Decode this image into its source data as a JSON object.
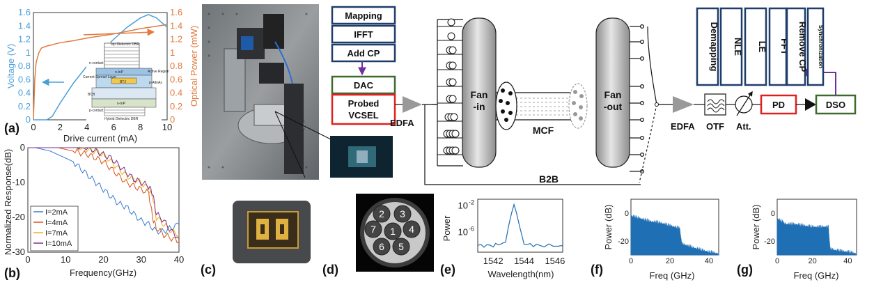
{
  "panel_labels": {
    "a": "(a)",
    "b": "(b)",
    "c": "(c)",
    "d": "(d)",
    "e": "(e)",
    "f": "(f)",
    "g": "(g)"
  },
  "colors": {
    "voltage": "#4a9fd6",
    "power": "#e07a3e",
    "green_box": "#3d6b2e",
    "red_box": "#e02020",
    "blue_box": "#1f3d6b",
    "purple": "#7030a0",
    "bar_blue": "#1f6fb5"
  },
  "chart_data": [
    {
      "id": "a",
      "type": "line",
      "xlabel": "Drive current (mA)",
      "ylabel": "Voltage (V)",
      "ylabel_right": "Optical Power (mW)",
      "xlim": [
        0,
        10
      ],
      "ylim": [
        0,
        1.6
      ],
      "ylim_right": [
        0,
        1.6
      ],
      "xticks": [
        "0",
        "2",
        "4",
        "6",
        "8",
        "10"
      ],
      "yticks": [
        "0",
        "0.2",
        "0.4",
        "0.6",
        "0.8",
        "1",
        "1.2",
        "1.4",
        "1.6"
      ],
      "yticks_right": [
        "0",
        "0.2",
        "0.4",
        "0.6",
        "0.8",
        "1",
        "1.2",
        "1.4",
        "1.6"
      ],
      "series": [
        {
          "x": [
            0,
            0.1,
            0.2,
            0.4,
            0.6,
            1,
            2,
            3,
            4,
            5,
            6,
            7,
            8,
            9,
            10
          ],
          "y": [
            0,
            0.6,
            0.85,
            1.0,
            1.07,
            1.1,
            1.15,
            1.18,
            1.22,
            1.25,
            1.28,
            1.32,
            1.36,
            1.39,
            1.42
          ]
        },
        {
          "x": [
            0,
            1,
            1.4,
            2,
            3,
            4,
            5,
            6,
            7,
            8,
            8.6,
            9.2,
            10
          ],
          "y": [
            0,
            0,
            0.05,
            0.25,
            0.55,
            0.8,
            1.02,
            1.2,
            1.38,
            1.52,
            1.57,
            1.52,
            1.38
          ]
        }
      ],
      "inset_labels": {
        "top_dbr": "Top Dielectric DBR",
        "n_contact": "n-contact",
        "n_inp": "n-InP",
        "current_spread": "Current Spread Layer",
        "active": "Active Region",
        "algainas": "p-AlInAs",
        "bcb": "BCB",
        "btj": "BTJ",
        "p_inp": "n-InP",
        "p_contact": "p-contact",
        "hybrid": "Hybrid Dielectric DBR"
      }
    },
    {
      "id": "b",
      "type": "line",
      "xlabel": "Frequency(GHz)",
      "ylabel": "Normalized Response(dB)",
      "xlim": [
        0,
        40
      ],
      "ylim": [
        -30,
        0
      ],
      "xticks": [
        "0",
        "10",
        "20",
        "30",
        "40"
      ],
      "yticks": [
        "0",
        "-10",
        "-20",
        "-30"
      ],
      "series": [
        {
          "name": "I=2mA",
          "color": "#3a7bd5",
          "x": [
            0,
            2,
            4,
            6,
            8,
            10,
            12,
            14,
            16,
            18,
            20,
            22,
            24,
            26,
            28,
            30,
            32,
            34,
            36,
            38,
            40
          ],
          "y": [
            0,
            0,
            -0.5,
            -1,
            -2,
            -3,
            -4,
            -6,
            -8,
            -10,
            -12,
            -14,
            -16,
            -17,
            -19,
            -21,
            -22,
            -24,
            -24,
            -23,
            -22
          ]
        },
        {
          "name": "I=4mA",
          "color": "#d95319",
          "x": [
            0,
            2,
            4,
            6,
            8,
            10,
            12,
            14,
            16,
            18,
            20,
            22,
            24,
            26,
            28,
            30,
            32,
            33,
            34,
            36,
            38,
            40
          ],
          "y": [
            0,
            0,
            0,
            0,
            0,
            -0.5,
            -1,
            -1.5,
            -2,
            -3,
            -4,
            -6,
            -8,
            -10,
            -11,
            -12,
            -13,
            -20,
            -23,
            -25,
            -26,
            -27
          ]
        },
        {
          "name": "I=7mA",
          "color": "#edb120",
          "x": [
            0,
            2,
            4,
            6,
            8,
            10,
            12,
            14,
            16,
            18,
            20,
            22,
            24,
            26,
            28,
            30,
            32,
            33,
            34,
            36,
            38,
            40
          ],
          "y": [
            0,
            0,
            0,
            0,
            0,
            0,
            0,
            0,
            -0.5,
            -1,
            -2,
            -4,
            -6,
            -8,
            -9,
            -10,
            -12,
            -14,
            -20,
            -22,
            -24,
            -25
          ]
        },
        {
          "name": "I=10mA",
          "color": "#7e2f8e",
          "x": [
            0,
            2,
            4,
            6,
            8,
            10,
            12,
            14,
            16,
            18,
            20,
            22,
            24,
            26,
            28,
            30,
            32,
            33,
            34,
            36,
            38,
            40
          ],
          "y": [
            0,
            0,
            0,
            0,
            0.5,
            0.5,
            0.5,
            0.5,
            0,
            -1,
            -2,
            -3,
            -5,
            -7,
            -9,
            -10,
            -11,
            -13,
            -19,
            -21,
            -24,
            -26
          ]
        }
      ]
    },
    {
      "id": "e",
      "type": "line",
      "xlabel": "Wavelength(nm)",
      "ylabel": "Power",
      "xlim": [
        1541,
        1546.5
      ],
      "xticks": [
        "1542",
        "1544",
        "1546"
      ],
      "yticks": [
        "10",
        "10"
      ],
      "ytick_exps": [
        "-2",
        "-6"
      ],
      "series": [
        {
          "x": [
            1541,
            1542,
            1542.8,
            1543,
            1543.2,
            1543.35,
            1543.5,
            1543.7,
            1544.0,
            1545,
            1546.5
          ],
          "y": [
            -8,
            -8,
            -7.5,
            -5,
            -3,
            -1.8,
            -3,
            -5,
            -7.8,
            -8,
            -8
          ]
        }
      ]
    },
    {
      "id": "f",
      "type": "bar",
      "xlabel": "Freq (GHz)",
      "ylabel": "Power (dB)",
      "xlim": [
        0,
        45
      ],
      "ylim": [
        -30,
        10
      ],
      "xticks": [
        "0",
        "20",
        "40"
      ],
      "yticks": [
        "0",
        "-20"
      ],
      "envelope_x": [
        0,
        5,
        10,
        15,
        20,
        25,
        26,
        30,
        35,
        40,
        45
      ],
      "envelope_y": [
        -2,
        -4,
        -6,
        -7,
        -9,
        -11,
        -22,
        -24,
        -26,
        -28,
        -29
      ]
    },
    {
      "id": "g",
      "type": "bar",
      "xlabel": "Freq (GHz)",
      "ylabel": "Power (dB)",
      "xlim": [
        0,
        45
      ],
      "ylim": [
        -30,
        10
      ],
      "xticks": [
        "0",
        "20",
        "40"
      ],
      "yticks": [
        "0",
        "-20"
      ],
      "envelope_x": [
        0,
        5,
        10,
        15,
        20,
        25,
        29,
        30,
        35,
        40,
        45
      ],
      "envelope_y": [
        -4,
        -8,
        -8,
        -9,
        -10,
        -10,
        -10,
        -26,
        -27,
        -28,
        -29
      ]
    }
  ],
  "fiber_cores": [
    "2",
    "3",
    "7",
    "1",
    "4",
    "6",
    "5"
  ],
  "diagram": {
    "tx_blocks": [
      "Mapping",
      "IFFT",
      "Add CP"
    ],
    "dac": "DAC",
    "vcsel": [
      "Probed",
      "VCSEL"
    ],
    "edfa1": "EDFA",
    "fan_in": [
      "Fan",
      "-in"
    ],
    "mcf": "MCF",
    "fan_out": [
      "Fan",
      "-out"
    ],
    "b2b": "B2B",
    "edfa2": "EDFA",
    "otf": "OTF",
    "att": "Att.",
    "pd": "PD",
    "dso": "DSO",
    "rx_blocks": [
      "Demapping",
      "NLE",
      "LE",
      "FFT",
      "Remove CP",
      "Synchronization"
    ]
  }
}
